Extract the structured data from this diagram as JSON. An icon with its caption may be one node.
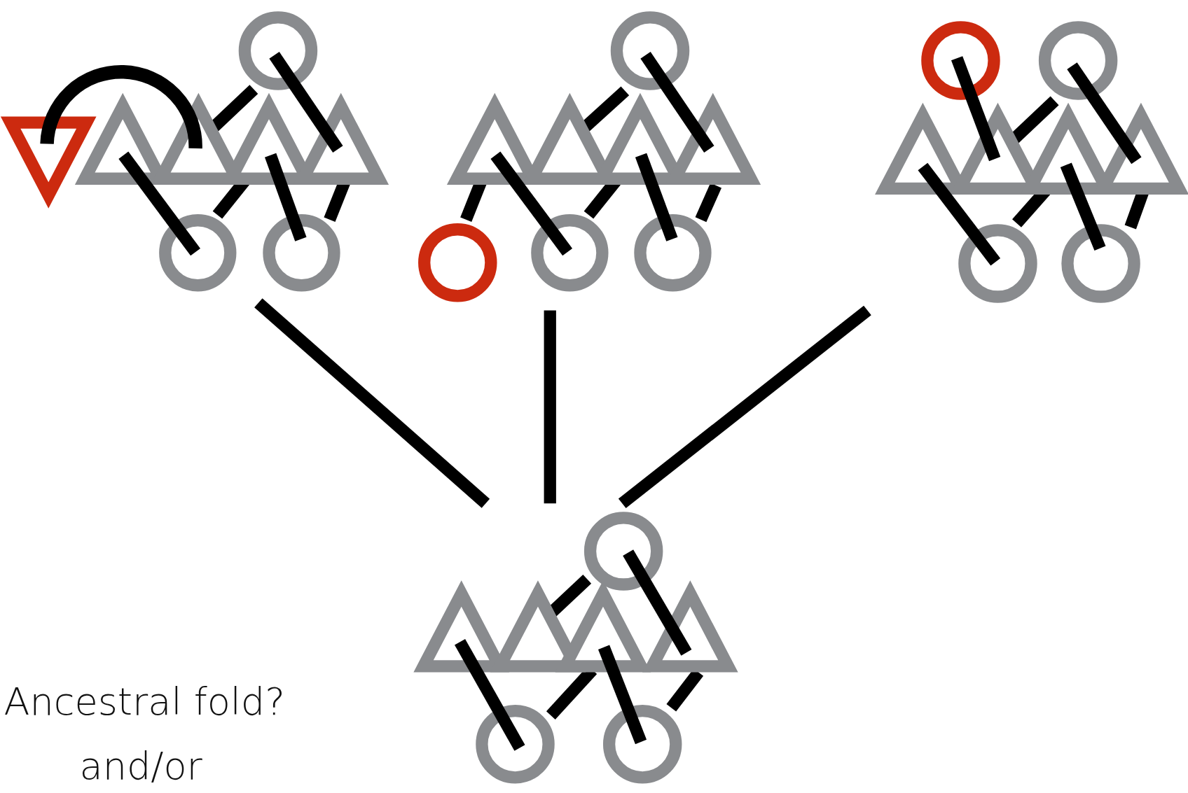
{
  "diagram": {
    "nodes": [
      {
        "text": [],
        "shape": "picture"
      },
      {
        "text": [],
        "shape": "picture"
      },
      {
        "text": [],
        "shape": "picture"
      },
      {
        "text": [],
        "shape": "picture"
      }
    ],
    "edges": [
      {
        "from": 0,
        "to": 3,
        "arrow": "none"
      },
      {
        "from": 1,
        "to": 3,
        "arrow": "none"
      },
      {
        "from": 2,
        "to": 3,
        "arrow": "none"
      }
    ],
    "labels": [
      "Ancestral fold?",
      "and/or"
    ]
  }
}
